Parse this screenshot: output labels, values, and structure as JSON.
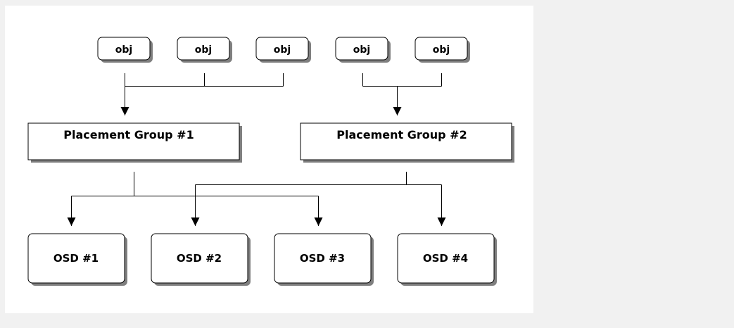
{
  "diagram": {
    "objects": [
      "obj",
      "obj",
      "obj",
      "obj",
      "obj"
    ],
    "placement_groups": [
      "Placement Group #1",
      "Placement Group #2"
    ],
    "osds": [
      "OSD #1",
      "OSD #2",
      "OSD #3",
      "OSD #4"
    ]
  },
  "colors": {
    "background": "#f1f1f1",
    "canvas": "#ffffff",
    "box_fill": "#ffffff",
    "stroke": "#000000",
    "shadow": "#7f7f7f"
  }
}
